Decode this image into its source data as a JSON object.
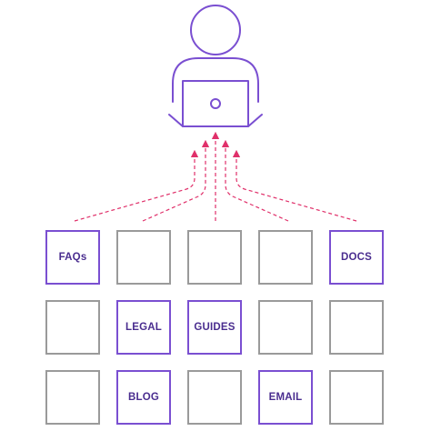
{
  "colors": {
    "figure": "#7a4fd1",
    "arrows": "#e0306a",
    "tile_border": "#9a9a9a",
    "tile_active_border": "#7a4fd1",
    "label_text": "#4a2d8f"
  },
  "figure": {
    "icon": "person-at-laptop-icon"
  },
  "tiles": [
    [
      "FAQs",
      "",
      "",
      "",
      "DOCS"
    ],
    [
      "",
      "LEGAL",
      "GUIDES",
      "",
      ""
    ],
    [
      "",
      "BLOG",
      "",
      "EMAIL",
      ""
    ]
  ],
  "labels": {
    "faqs": "FAQs",
    "docs": "DOCS",
    "legal": "LEGAL",
    "guides": "GUIDES",
    "blog": "BLOG",
    "email": "EMAIL"
  }
}
